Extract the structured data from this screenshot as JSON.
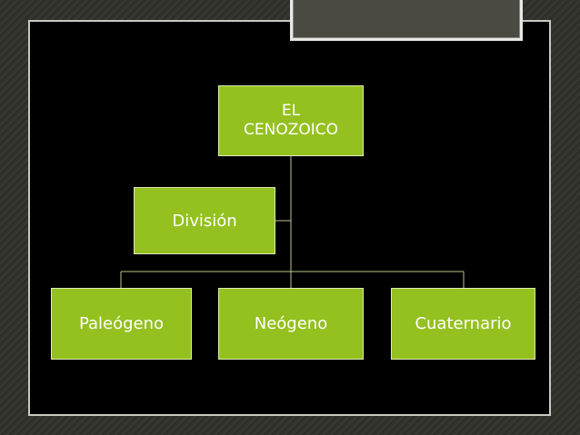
{
  "diagram": {
    "root": "EL\nCENOZOICO",
    "assistant": "División",
    "children": [
      "Paleógeno",
      "Neógeno",
      "Cuaternario"
    ]
  },
  "colors": {
    "node_fill": "#94c11f",
    "node_text": "#ffffff",
    "slide_background": "#000000",
    "connector": "#b7c98a"
  }
}
